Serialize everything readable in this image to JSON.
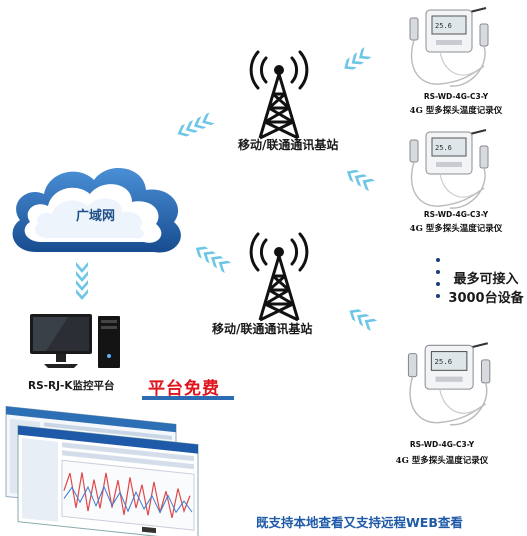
{
  "towers": [
    {
      "label": "移动/联通通讯基站"
    },
    {
      "label": "移动/联通通讯基站"
    }
  ],
  "cloud": {
    "label": "广域网"
  },
  "devices": [
    {
      "model": "RS-WD-4G-C3-Y",
      "desc": "4G 型多探头温度记录仪"
    },
    {
      "model": "RS-WD-4G-C3-Y",
      "desc": "4G 型多探头温度记录仪"
    },
    {
      "model": "RS-WD-4G-C3-Y",
      "desc": "4G 型多探头温度记录仪"
    }
  ],
  "max_devices": {
    "line1": "最多可接入",
    "line2": "3000台设备"
  },
  "platform": {
    "label": "RS-RJ-K监控平台",
    "free": "平台免费"
  },
  "bottom_text": "既支持本地查看又支持远程WEB查看",
  "colors": {
    "arrow": "#6ec6e6",
    "accent_blue": "#1f5aa8",
    "free_red": "#e0141c",
    "cloud": "#1d5ea8"
  }
}
